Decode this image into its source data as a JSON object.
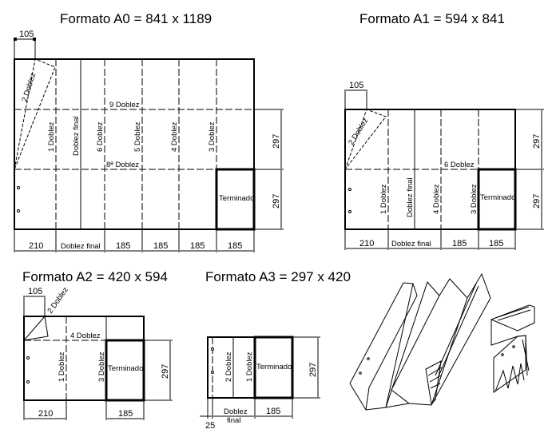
{
  "titles": {
    "a0": "Formato A0 = 841 x 1189",
    "a1": "Formato A1 = 594 x 841",
    "a2": "Formato A2 = 420 x 594",
    "a3": "Formato A3 = 297 x 420"
  },
  "a0": {
    "flap": "105",
    "fold_2": "2 Doblez",
    "fold_9": "9 Doblez",
    "fold_8": "8ª Doblez",
    "fold_1": "1 Doblez",
    "fold_final": "Doblez final",
    "fold_6": "6 Doblez",
    "fold_5": "5 Doblez",
    "fold_4": "4 Doblez",
    "fold_3": "3 Doblez",
    "finished": "Terminado",
    "dims_bottom": [
      "210",
      "Doblez final",
      "185",
      "185",
      "185",
      "185"
    ],
    "dims_right": [
      "297",
      "297"
    ]
  },
  "a1": {
    "flap": "105",
    "fold_2": "2 Doblez",
    "fold_6": "6 Doblez",
    "fold_1": "1 Doblez",
    "fold_final": "Doblez final",
    "fold_4": "4 Doblez",
    "fold_3": "3 Doblez",
    "finished": "Terminado",
    "dims_bottom": [
      "210",
      "Doblez final",
      "185",
      "185"
    ],
    "dims_right": [
      "297",
      "297"
    ]
  },
  "a2": {
    "flap": "105",
    "fold_2": "2 Doblez",
    "fold_4": "4 Doblez",
    "fold_1": "1 Doblez",
    "fold_3": "3 Doblez",
    "finished": "Terminado",
    "dims_bottom": [
      "210",
      "185"
    ],
    "dims_right": [
      "297"
    ]
  },
  "a3": {
    "fold_2": "2 Doblez",
    "fold_1": "1 Doblez",
    "finished": "Terminado",
    "dim_margin": "25",
    "dim_final_1": "Doblez",
    "dim_final_2": "final",
    "dim_185": "185",
    "dims_right": [
      "297"
    ]
  }
}
